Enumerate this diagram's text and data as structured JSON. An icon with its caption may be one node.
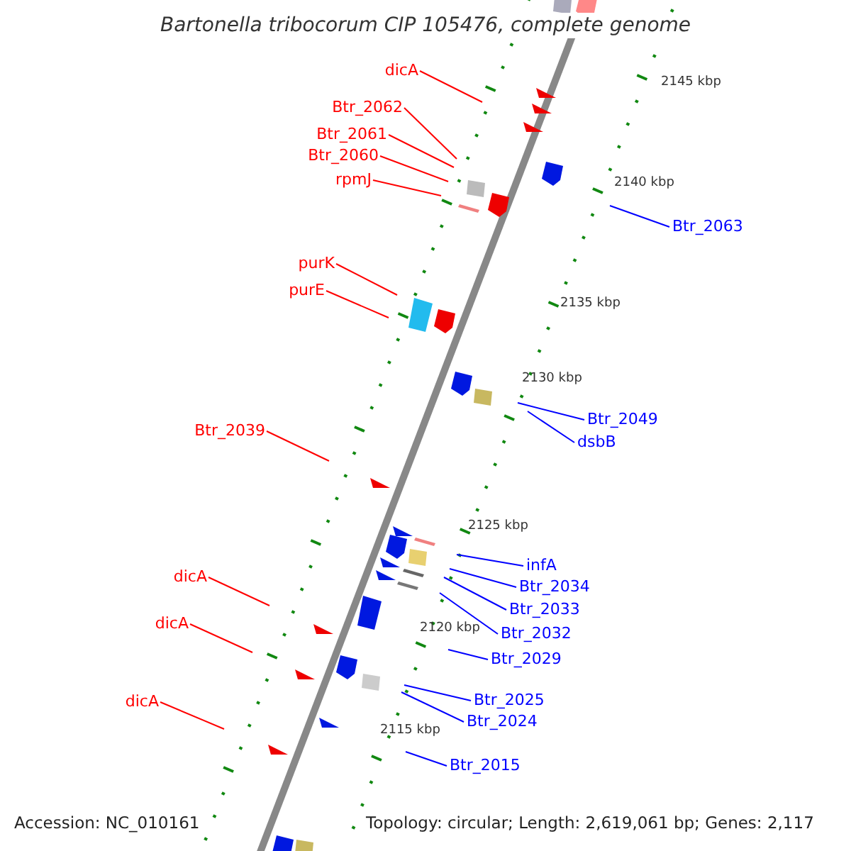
{
  "diagram": {
    "title": "Bartonella tribocorum CIP 105476, complete genome",
    "nodes": [
      {
        "text": [
          "dicA"
        ]
      },
      {
        "text": [
          "Btr_2062"
        ]
      },
      {
        "text": [
          "Btr_2061"
        ]
      },
      {
        "text": [
          "Btr_2060"
        ]
      },
      {
        "text": [
          "rpmJ"
        ]
      },
      {
        "text": [
          "Btr_2063"
        ]
      },
      {
        "text": [
          "purK"
        ]
      },
      {
        "text": [
          "purE"
        ]
      },
      {
        "text": [
          "Btr_2049"
        ]
      },
      {
        "text": [
          "Btr_2039"
        ]
      },
      {
        "text": [
          "dsbB"
        ]
      },
      {
        "text": [
          "infA"
        ]
      },
      {
        "text": [
          "dicA"
        ]
      },
      {
        "text": [
          "Btr_2034"
        ]
      },
      {
        "text": [
          "Btr_2033"
        ]
      },
      {
        "text": [
          "dicA"
        ]
      },
      {
        "text": [
          "Btr_2032"
        ]
      },
      {
        "text": [
          "Btr_2029"
        ]
      },
      {
        "text": [
          "Btr_2025"
        ]
      },
      {
        "text": [
          "dicA"
        ]
      },
      {
        "text": [
          "Btr_2024"
        ]
      },
      {
        "text": [
          "Btr_2015"
        ]
      }
    ],
    "edges": [
      {
        "from": 0,
        "to": null,
        "arrow": "none",
        "color": "#ff0000"
      },
      {
        "from": 1,
        "to": null,
        "arrow": "none",
        "color": "#ff0000"
      },
      {
        "from": 2,
        "to": null,
        "arrow": "none",
        "color": "#ff0000"
      },
      {
        "from": 3,
        "to": null,
        "arrow": "none",
        "color": "#ff0000"
      },
      {
        "from": 4,
        "to": null,
        "arrow": "none",
        "color": "#ff0000"
      },
      {
        "from": 5,
        "to": null,
        "arrow": "none",
        "color": "#0000ff"
      },
      {
        "from": 6,
        "to": null,
        "arrow": "none",
        "color": "#ff0000"
      },
      {
        "from": 7,
        "to": null,
        "arrow": "none",
        "color": "#ff0000"
      },
      {
        "from": 8,
        "to": null,
        "arrow": "none",
        "color": "#0000ff"
      },
      {
        "from": 9,
        "to": null,
        "arrow": "none",
        "color": "#ff0000"
      },
      {
        "from": 10,
        "to": null,
        "arrow": "none",
        "color": "#0000ff"
      },
      {
        "from": 11,
        "to": null,
        "arrow": "none",
        "color": "#0000ff"
      },
      {
        "from": 12,
        "to": null,
        "arrow": "none",
        "color": "#ff0000"
      },
      {
        "from": 13,
        "to": null,
        "arrow": "none",
        "color": "#0000ff"
      },
      {
        "from": 14,
        "to": null,
        "arrow": "none",
        "color": "#0000ff"
      },
      {
        "from": 15,
        "to": null,
        "arrow": "none",
        "color": "#ff0000"
      },
      {
        "from": 16,
        "to": null,
        "arrow": "none",
        "color": "#0000ff"
      },
      {
        "from": 17,
        "to": null,
        "arrow": "none",
        "color": "#0000ff"
      },
      {
        "from": 18,
        "to": null,
        "arrow": "none",
        "color": "#0000ff"
      },
      {
        "from": 19,
        "to": null,
        "arrow": "none",
        "color": "#ff0000"
      },
      {
        "from": 20,
        "to": null,
        "arrow": "none",
        "color": "#0000ff"
      },
      {
        "from": 21,
        "to": null,
        "arrow": "none",
        "color": "#0000ff"
      }
    ],
    "labels": [
      "2145 kbp",
      "2140 kbp",
      "2135 kbp",
      "2130 kbp",
      "2125 kbp",
      "2120 kbp",
      "2115 kbp",
      "Accession: NC_010161",
      "Topology: circular; Length: 2,619,061 bp; Genes: 2,117"
    ]
  }
}
